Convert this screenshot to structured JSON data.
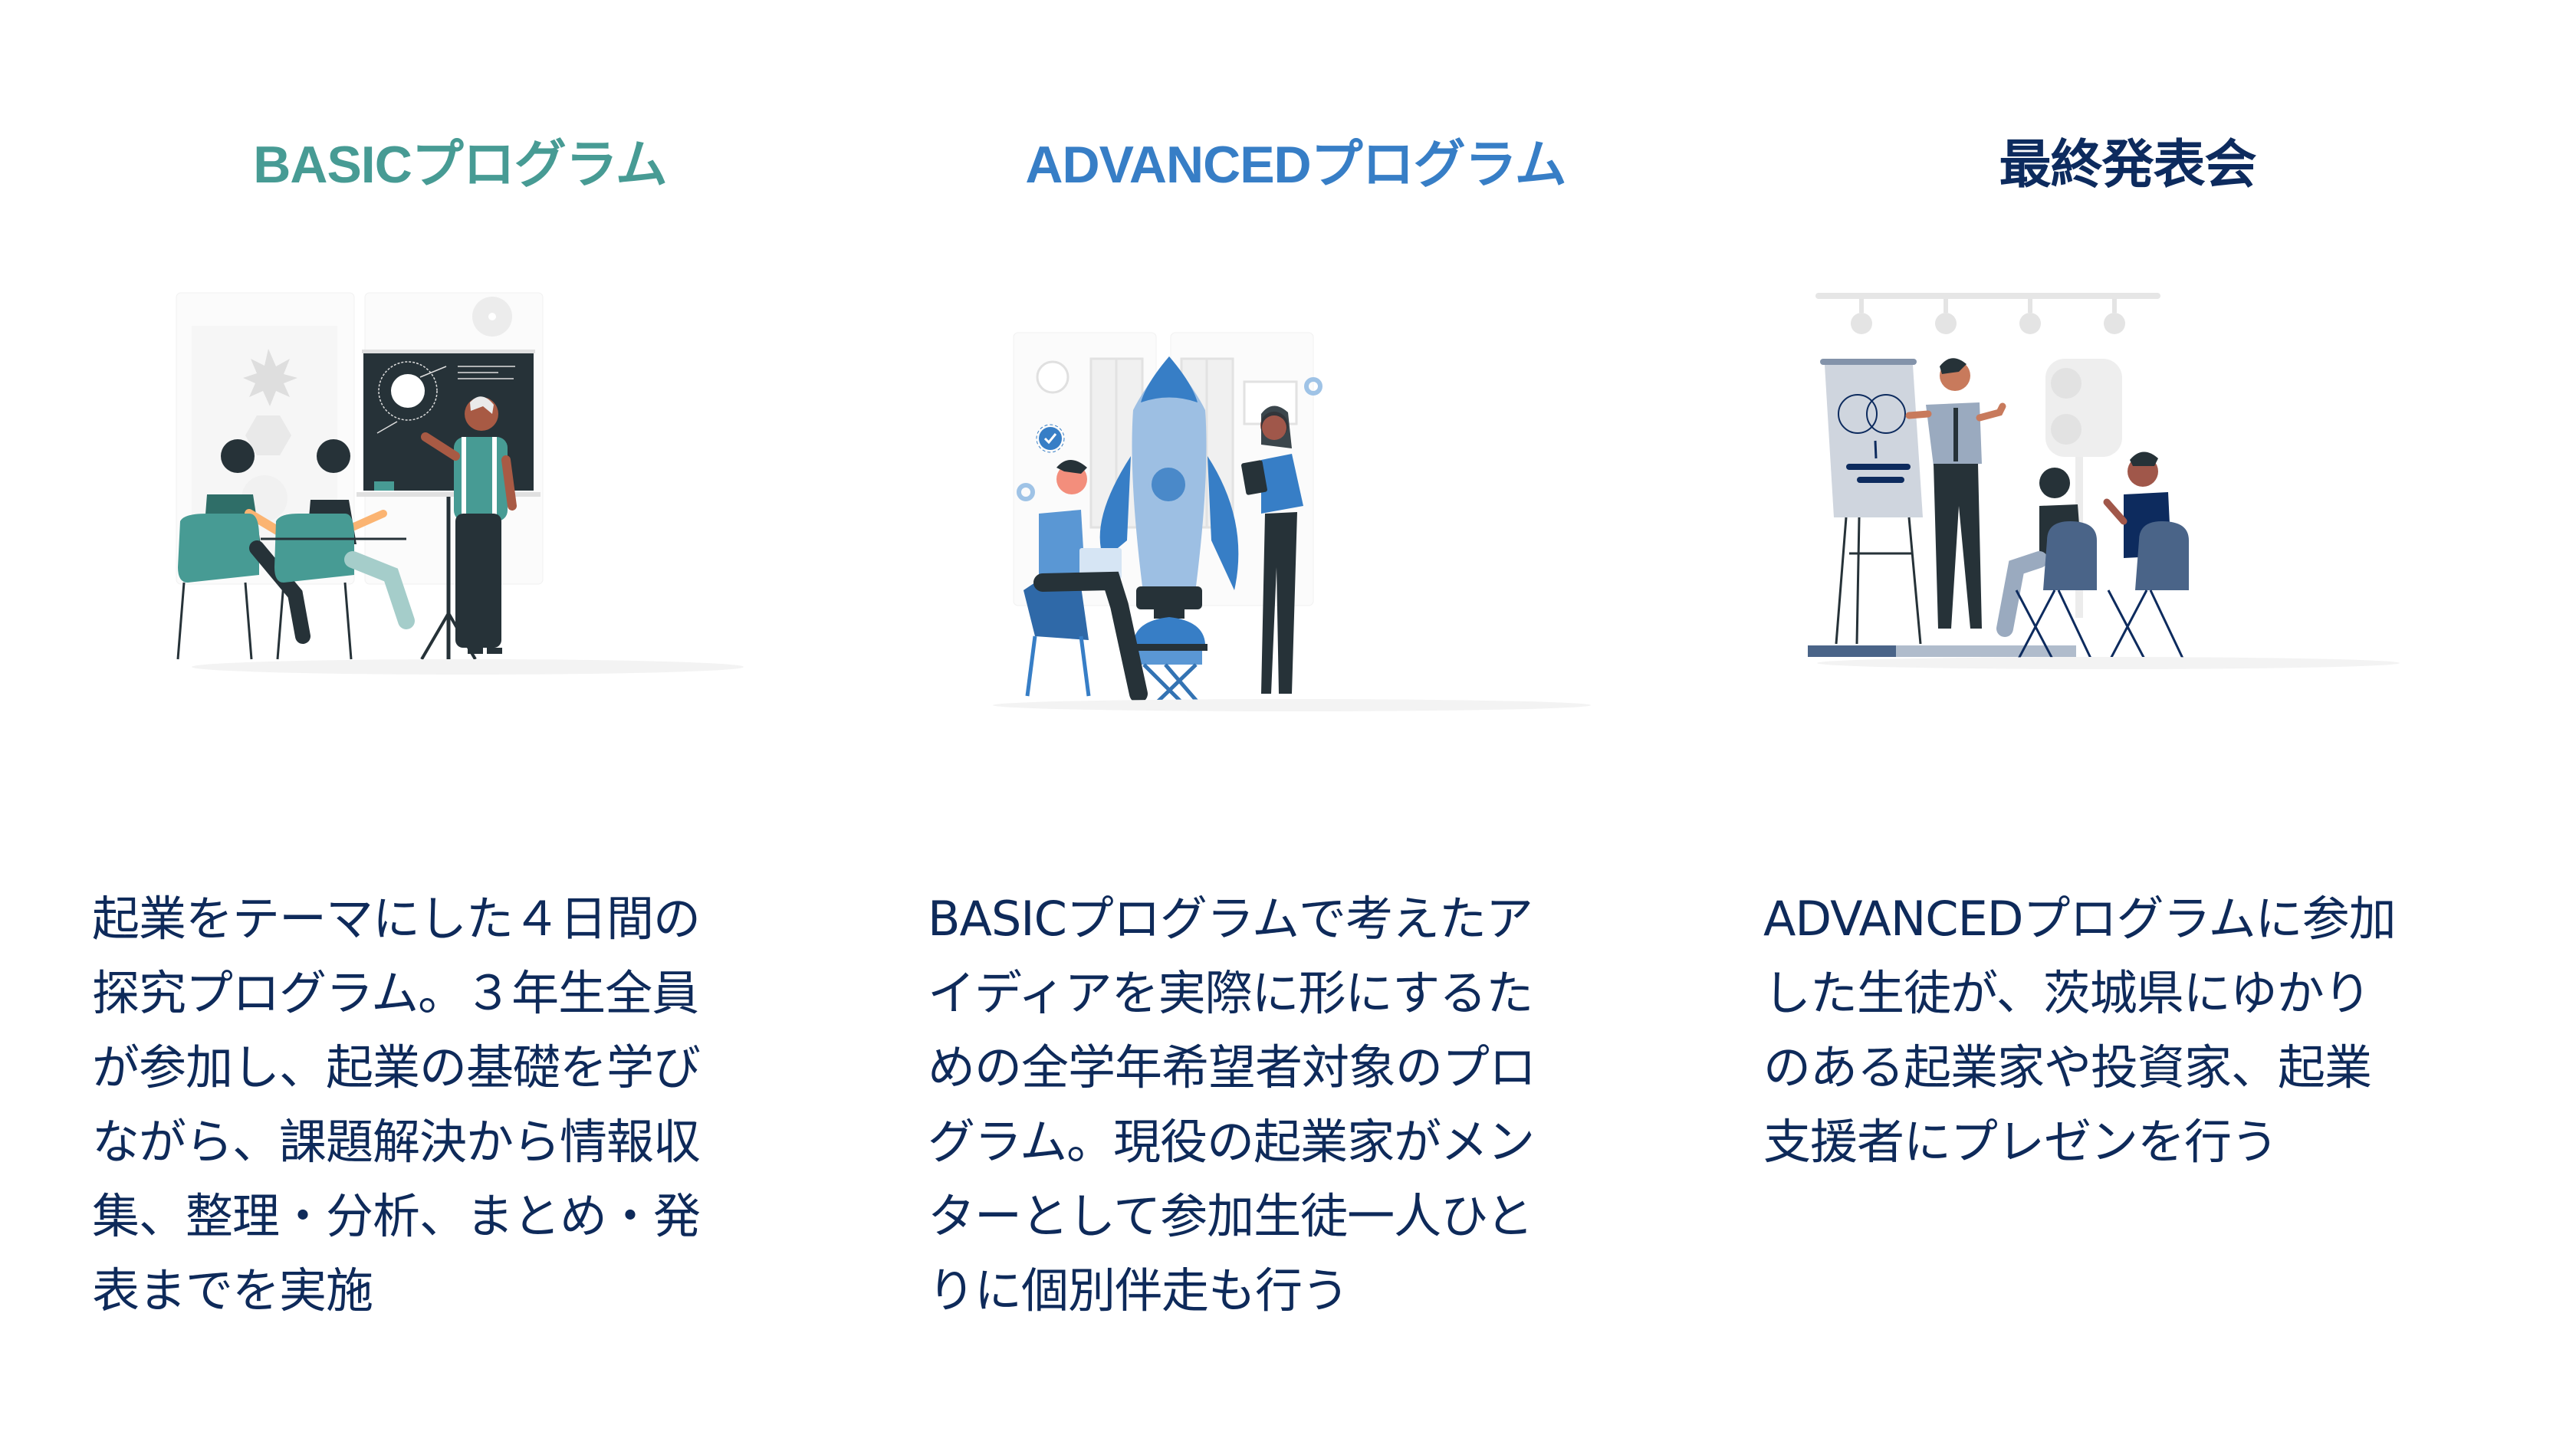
{
  "colors": {
    "basic_title": "#479b94",
    "advanced_title": "#377ec6",
    "final_title": "#0d2b5e",
    "body_text": "#0e2a5a"
  },
  "sections": [
    {
      "title": "BASICプログラム",
      "illustration": "classroom-teacher-illustration",
      "description": "起業をテーマにした４日間の\n探究プログラム。３年生全員\nが参加し、起業の基礎を学び\nながら、課題解決から情報収\n集、整理・分析、まとめ・発\n表までを実施"
    },
    {
      "title": "ADVANCEDプログラム",
      "illustration": "rocket-startup-illustration",
      "description": "BASICプログラムで考えたア\nイディアを実際に形にするた\nめの全学年希望者対象のプロ\nグラム。現役の起業家がメン\nターとして参加生徒一人ひと\nりに個別伴走も行う"
    },
    {
      "title": "最終発表会",
      "illustration": "presentation-audience-illustration",
      "description": "ADVANCEDプログラムに参加\nした生徒が、茨城県にゆかり\nのある起業家や投資家、起業\n支援者にプレゼンを行う"
    }
  ]
}
